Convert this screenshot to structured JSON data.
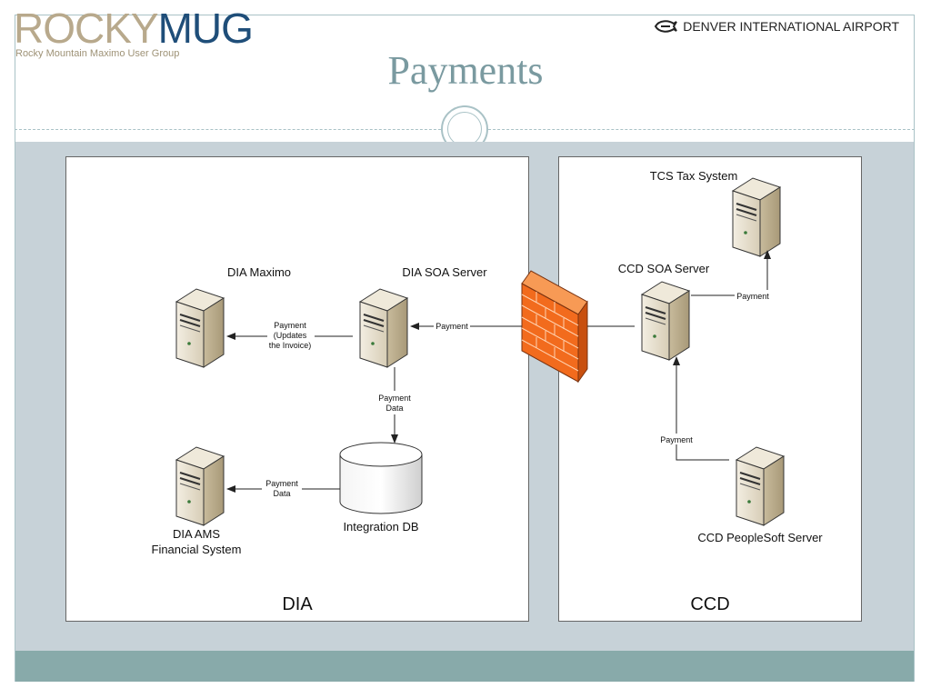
{
  "header": {
    "logo_rocky": "ROCKY",
    "logo_mug": "MUG",
    "logo_subtitle": "Rocky Mountain Maximo User Group",
    "airport": "DENVER INTERNATIONAL AIRPORT",
    "title": "Payments"
  },
  "panels": {
    "dia": "DIA",
    "ccd": "CCD"
  },
  "nodes": {
    "dia_maximo": "DIA Maximo",
    "dia_soa": "DIA SOA Server",
    "integration_db": "Integration DB",
    "dia_ams_line1": "DIA AMS",
    "dia_ams_line2": "Financial System",
    "tcs_tax": "TCS Tax System",
    "ccd_soa": "CCD SOA Server",
    "ccd_peoplesoft": "CCD PeopleSoft Server"
  },
  "edges": {
    "soa_to_maximo_1": "Payment",
    "soa_to_maximo_2": "(Updates",
    "soa_to_maximo_3": "the Invoice)",
    "firewall_to_soa": "Payment",
    "soa_to_db_1": "Payment",
    "soa_to_db_2": "Data",
    "db_to_ams_1": "Payment",
    "db_to_ams_2": "Data",
    "ccd_soa_to_tcs": "Payment",
    "peoplesoft_to_ccd_soa": "Payment"
  },
  "colors": {
    "content_bg": "#c7d2d8",
    "footer_band": "#88aaaa",
    "firewall": "#f26b1d",
    "title": "#7a9aa0"
  }
}
